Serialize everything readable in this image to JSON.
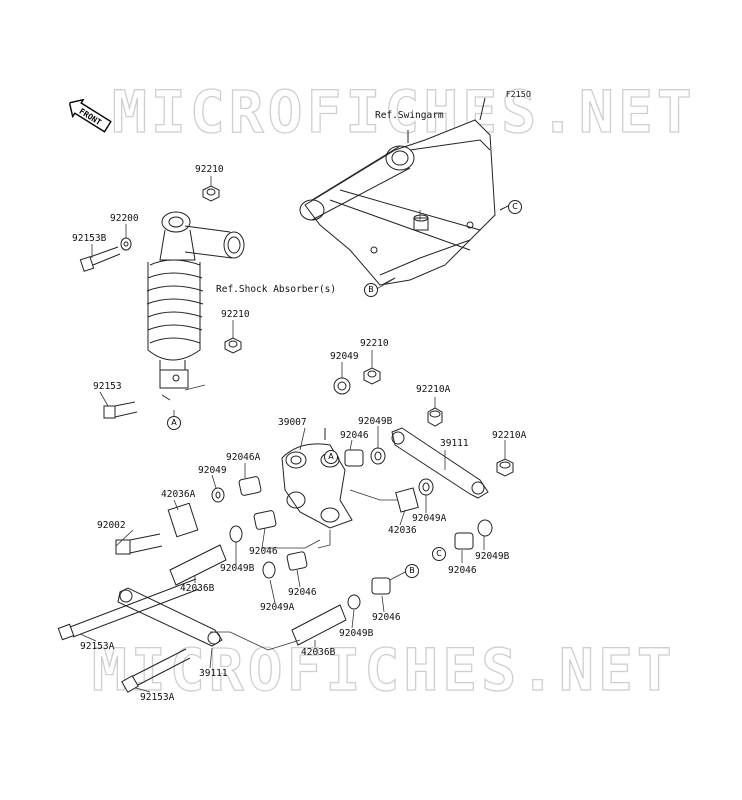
{
  "watermark": {
    "top": "MICROFICHES.NET",
    "bottom": "MICROFICHES.NET"
  },
  "diagram_code": "F2150",
  "front_label": "FRONT",
  "refs": {
    "swingarm": "Ref.Swingarm",
    "shock": "Ref.Shock Absorber(s)"
  },
  "callouts": {
    "A1": "A",
    "A2": "A",
    "B1": "B",
    "B2": "B",
    "C1": "C",
    "C2": "C"
  },
  "parts": {
    "p92210_top": "92210",
    "p92200": "92200",
    "p92153B": "92153B",
    "p92210_mid": "92210",
    "p92153": "92153",
    "p92210_r": "92210",
    "p92049_a": "92049",
    "p92210A_a": "92210A",
    "p39007": "39007",
    "p92049B_a": "92049B",
    "p92046_a": "92046",
    "p39111_a": "39111",
    "p92210A_b": "92210A",
    "p92046A": "92046A",
    "p92049_b": "92049",
    "p42036A": "42036A",
    "p92002": "92002",
    "p92046_b": "92046",
    "p42036_a": "42036",
    "p92049A_a": "92049A",
    "p92049B_b": "92049B",
    "p92046_c": "92046",
    "p42036B_a": "42036B",
    "p92046_d": "92046",
    "p92049A_b": "92049A",
    "p92046_e": "92046",
    "p92049B_c": "92049B",
    "p92153A_a": "92153A",
    "p42036B_b": "42036B",
    "p39111_b": "39111",
    "p92153A_b": "92153A",
    "p92049B_d": "92049B"
  }
}
